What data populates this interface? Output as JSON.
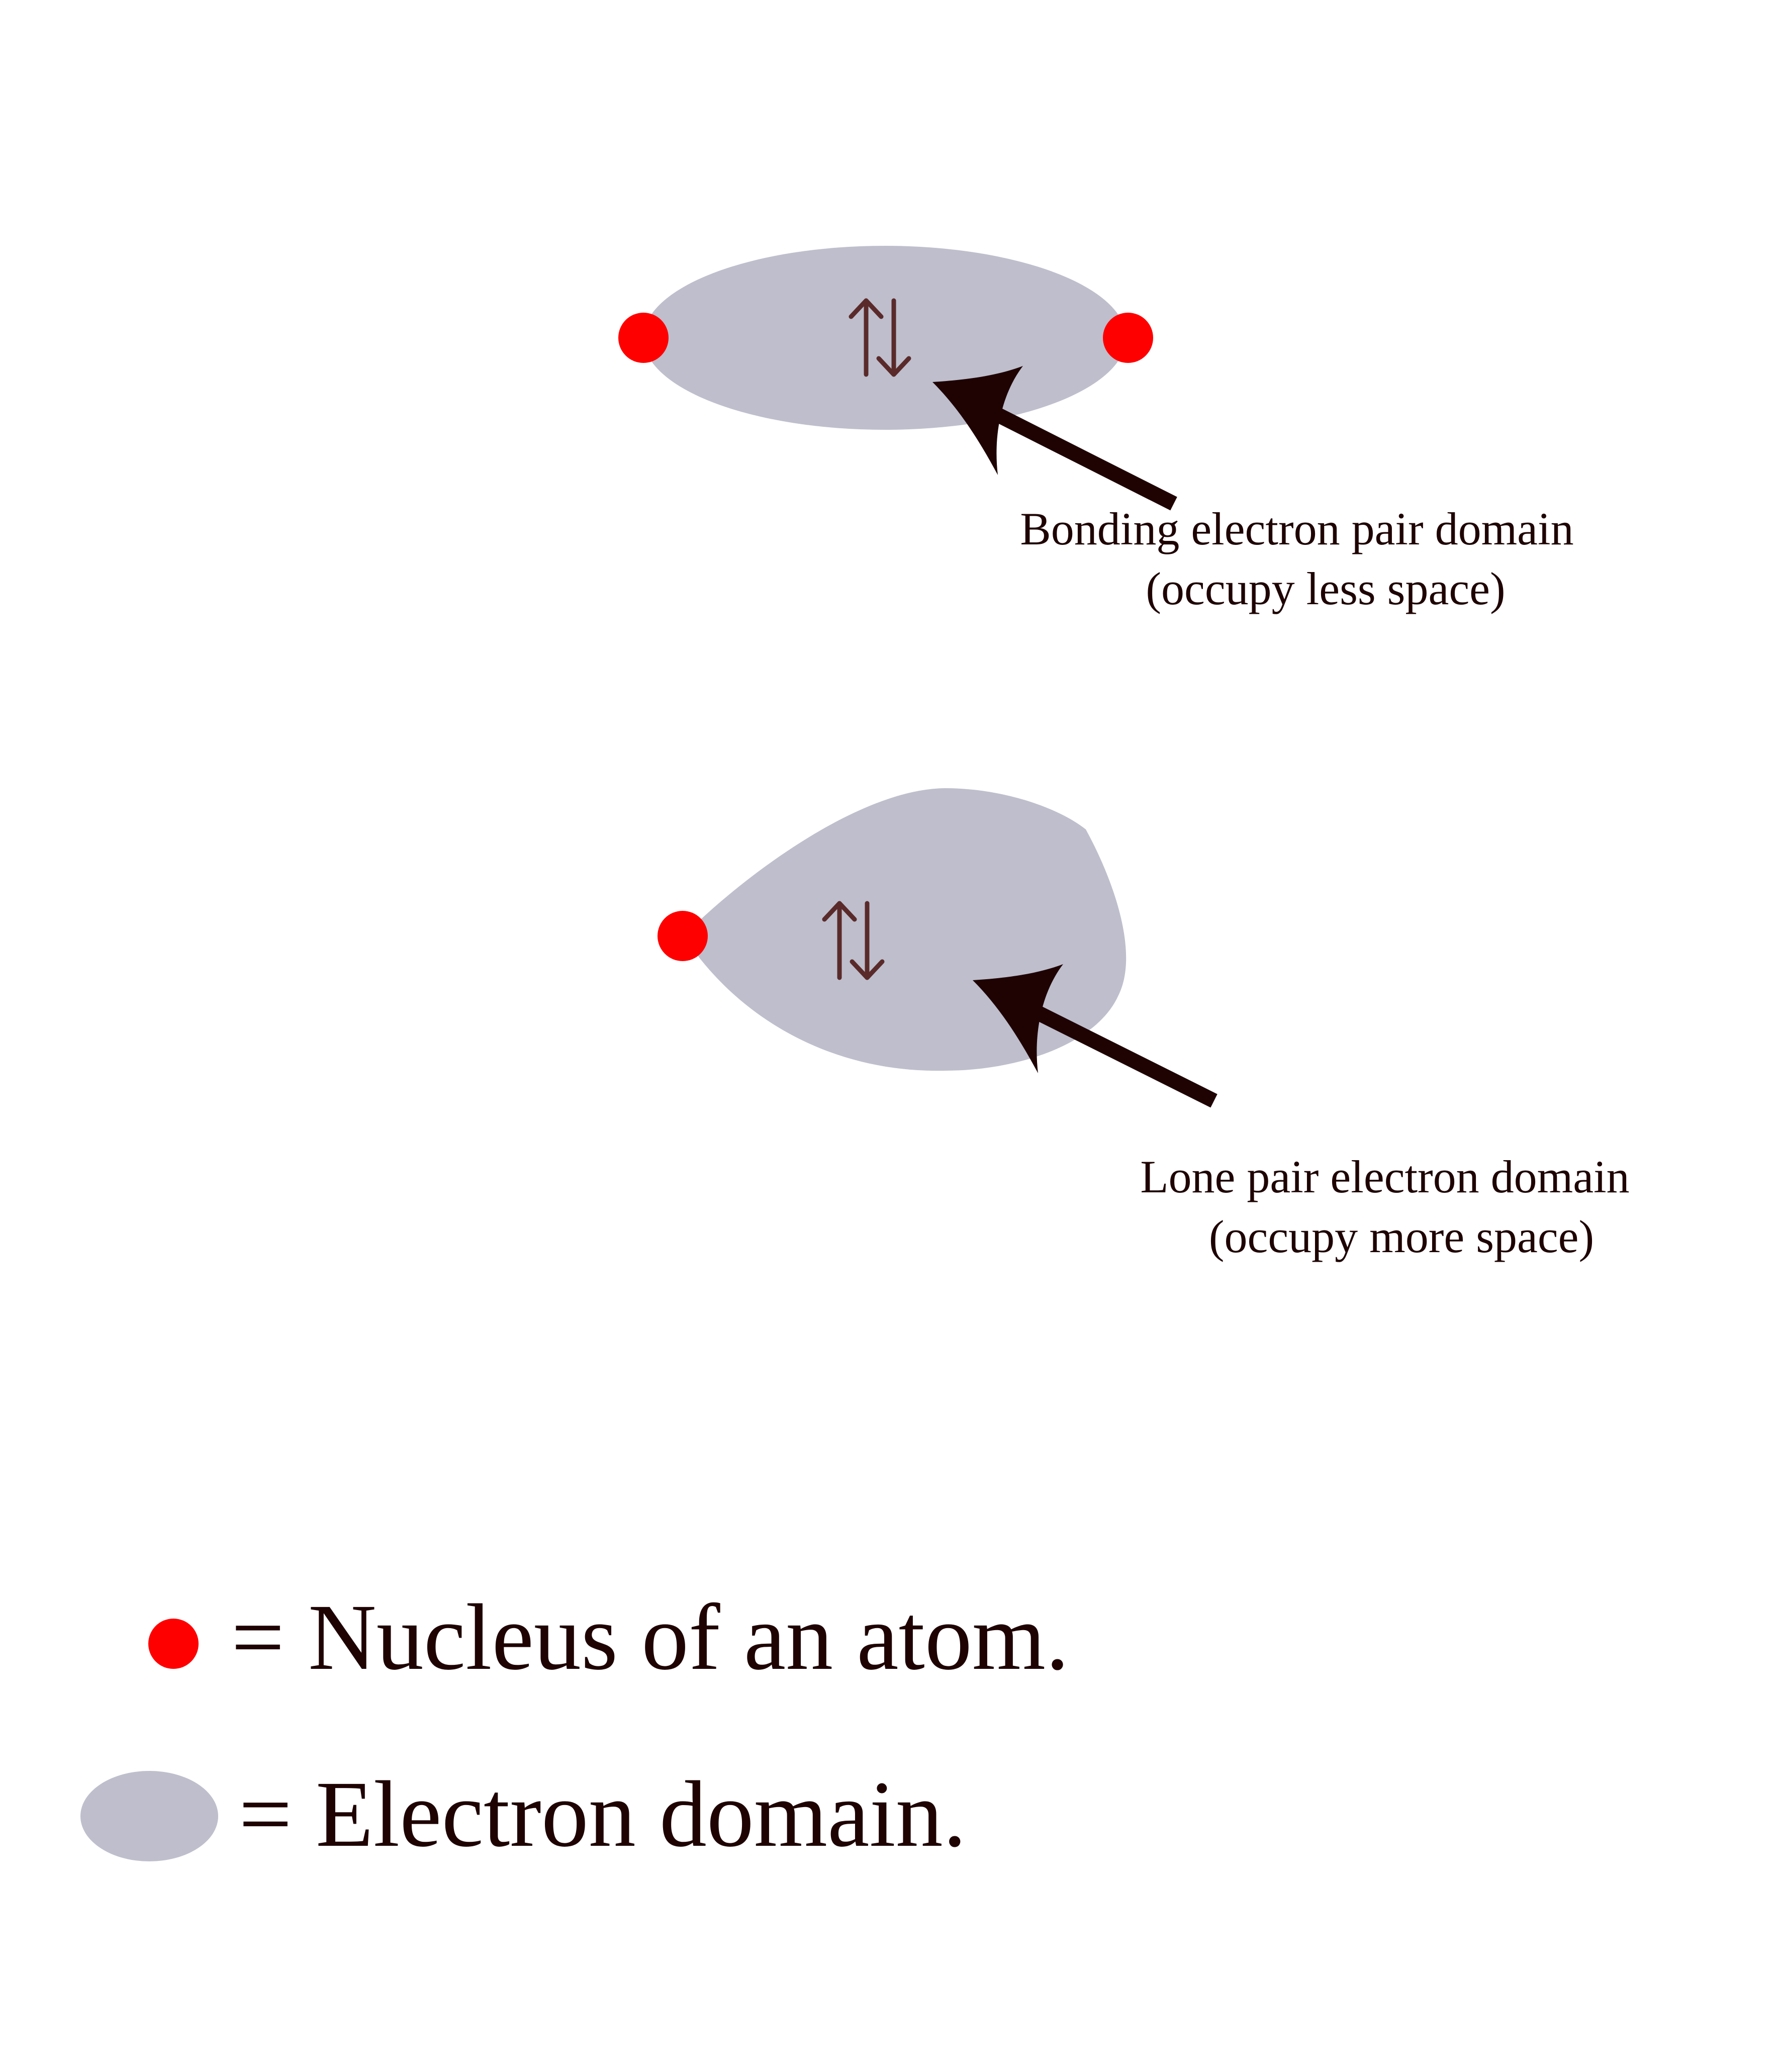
{
  "colors": {
    "background": "#ffffff",
    "domain": "#bebecc",
    "nucleus": "#ff0000",
    "text": "#1f0303",
    "arrow": "#1f0303",
    "spin_arrows": "#5a2a2a"
  },
  "bonding": {
    "spin_symbol": "⇅",
    "caption_line1": "Bonding electron pair domain",
    "caption_line2": "(occupy less space)"
  },
  "lone_pair": {
    "spin_symbol": "⇅",
    "caption_line1": "Lone pair electron domain",
    "caption_line2": "(occupy more space)"
  },
  "legend": {
    "nucleus_label": "= Nucleus of an atom.",
    "domain_label": "= Electron domain."
  }
}
